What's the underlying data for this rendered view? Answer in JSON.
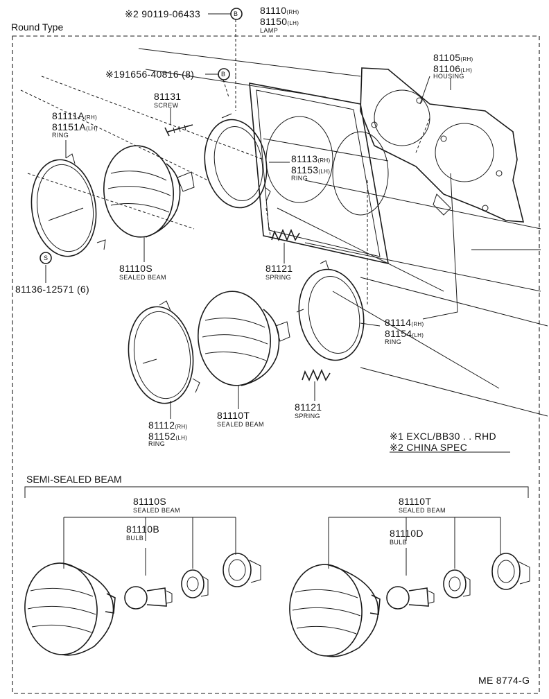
{
  "header": {
    "title": "Round Type",
    "figure_code": "ME 8774-G"
  },
  "callouts": {
    "china_ref": "※2 90119-06433",
    "china_ref_symbol": "B",
    "screw_ref": "※191656-40816 (8)",
    "screw_ref_symbol": "B",
    "clip_ref": "81136-12571 (6)",
    "clip_ref_symbol": "S"
  },
  "parts": {
    "lamp": {
      "pn1": "81110",
      "s1": "(RH)",
      "pn2": "81150",
      "s2": "(LH)",
      "name": "LAMP"
    },
    "housing": {
      "pn1": "81105",
      "s1": "(RH)",
      "pn2": "81106",
      "s2": "(LH)",
      "name": "HOUSING"
    },
    "screw": {
      "pn": "81131",
      "name": "SCREW"
    },
    "outer_ring_upper": {
      "pn1": "81111A",
      "s1": "(RH)",
      "pn2": "81151A",
      "s2": "(LH)",
      "name": "RING"
    },
    "inner_ring_upper": {
      "pn1": "81113",
      "s1": "(RH)",
      "pn2": "81153",
      "s2": "(LH)",
      "name": "RING"
    },
    "beam_s": {
      "pn": "81110S",
      "name": "SEALED BEAM"
    },
    "spring_upper": {
      "pn": "81121",
      "name": "SPRING"
    },
    "inner_ring_lower": {
      "pn1": "81114",
      "s1": "(RH)",
      "pn2": "81154",
      "s2": "(LH)",
      "name": "RING"
    },
    "outer_ring_lower": {
      "pn1": "81112",
      "s1": "(RH)",
      "pn2": "81152",
      "s2": "(LH)",
      "name": "RING"
    },
    "beam_t": {
      "pn": "81110T",
      "name": "SEALED BEAM"
    },
    "spring_lower": {
      "pn": "81121",
      "name": "SPRING"
    }
  },
  "notes": {
    "note1": "※1 EXCL/BB30 . . RHD",
    "note2": "※2 CHINA SPEC"
  },
  "semi_sealed": {
    "title": "SEMI-SEALED BEAM",
    "left": {
      "pn": "81110S",
      "name": "SEALED BEAM",
      "bulb_pn": "81110B",
      "bulb_name": "BULB"
    },
    "right": {
      "pn": "81110T",
      "name": "SEALED BEAM",
      "bulb_pn": "81110D",
      "bulb_name": "BULB"
    }
  }
}
